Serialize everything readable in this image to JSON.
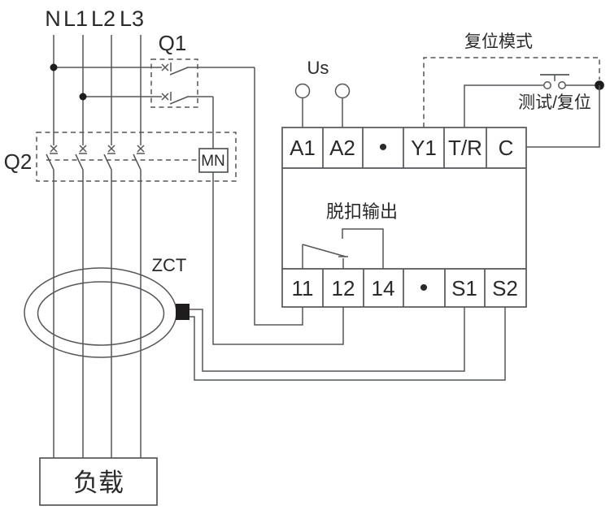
{
  "supply": {
    "phases": [
      "N",
      "L1",
      "L2",
      "L3"
    ]
  },
  "breakers": {
    "q1_label": "Q1",
    "q2_label": "Q2",
    "release_coil_label": "MN"
  },
  "sensor": {
    "zct_label": "ZCT"
  },
  "device": {
    "power_label": "Us",
    "trip_output_label": "脱扣输出",
    "top_terminals": [
      "A1",
      "A2",
      "•",
      "Y1",
      "T/R",
      "C"
    ],
    "bottom_terminals": [
      "11",
      "12",
      "14",
      "•",
      "S1",
      "S2"
    ]
  },
  "reset": {
    "mode_label": "复位模式",
    "test_reset_label": "测试/复位"
  },
  "load": {
    "label": "负载"
  },
  "colors": {
    "wire": "#55565a",
    "text": "#2a2a2c",
    "ink": "#1f1c1d"
  }
}
